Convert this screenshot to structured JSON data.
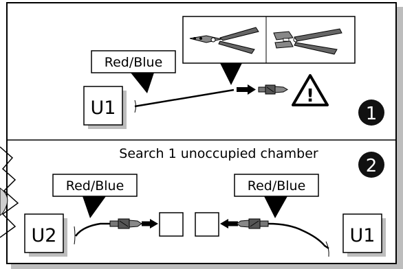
{
  "diagram": {
    "step1": {
      "wire_label": "Red/Blue",
      "connector_label": "U1",
      "step_number": "1",
      "warning_symbol": "!",
      "tools": [
        "crimp-tool-closed-icon",
        "crimp-tool-open-icon"
      ]
    },
    "step2": {
      "instruction": "Search 1 unoccupied chamber",
      "left_wire_label": "Red/Blue",
      "right_wire_label": "Red/Blue",
      "left_connector_label": "U2",
      "right_connector_label": "U1",
      "step_number": "2"
    }
  }
}
